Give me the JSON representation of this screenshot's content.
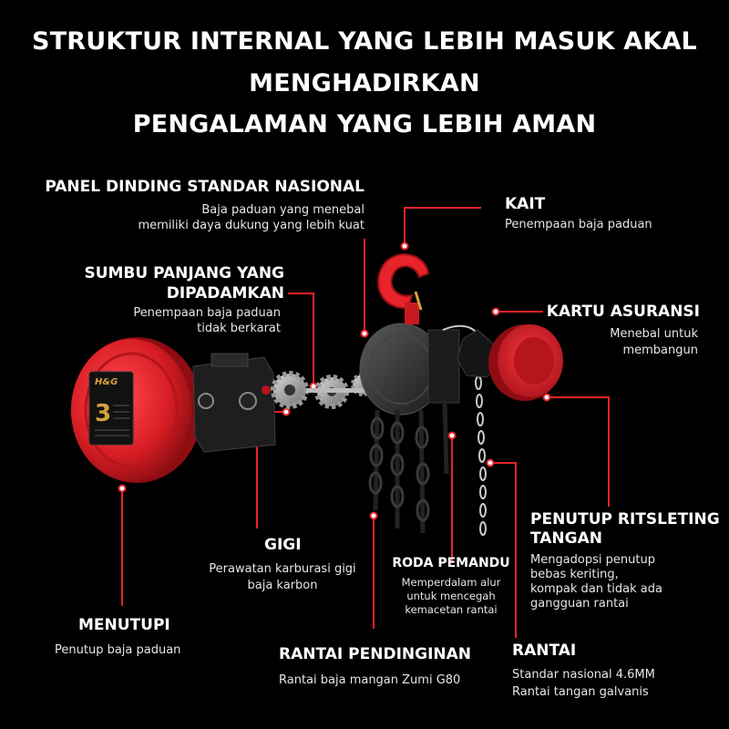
{
  "headline": {
    "line1": "STRUKTUR INTERNAL YANG LEBIH MASUK AKAL",
    "line2": "MENGHADIRKAN",
    "line3": "PENGALAMAN YANG LEBIH AMAN"
  },
  "callouts": {
    "panel": {
      "title": "PANEL DINDING STANDAR NASIONAL",
      "desc1": "Baja paduan yang menebal",
      "desc2": "memiliki daya dukung yang lebih kuat"
    },
    "kait": {
      "title": "KAIT",
      "desc1": "Penempaan baja paduan"
    },
    "sumbu": {
      "title1": "SUMBU PANJANG YANG",
      "title2": "DIPADAMKAN",
      "desc1": "Penempaan baja paduan",
      "desc2": "tidak berkarat"
    },
    "kartu": {
      "title": "KARTU ASURANSI",
      "desc1": "Menebal untuk",
      "desc2": "membangun"
    },
    "penutup_ritsleting": {
      "title1": "PENUTUP RITSLETING",
      "title2": "TANGAN",
      "desc1": "Mengadopsi penutup",
      "desc2": "bebas keriting,",
      "desc3": "kompak dan tidak ada",
      "desc4": "gangguan rantai"
    },
    "gigi": {
      "title": "GIGI",
      "desc1": "Perawatan karburasi gigi",
      "desc2": "baja karbon"
    },
    "roda": {
      "title": "RODA PEMANDU",
      "desc1": "Memperdalam alur",
      "desc2": "untuk mencegah",
      "desc3": "kemacetan rantai"
    },
    "menutupi": {
      "title": "MENUTUPI",
      "desc1": "Penutup baja paduan"
    },
    "rantai_pendinginan": {
      "title": "RANTAI PENDINGINAN",
      "desc1": "Rantai baja mangan Zumi G80"
    },
    "rantai": {
      "title": "RANTAI",
      "desc1": "Standar nasional 4.6MM",
      "desc2": "Rantai tangan galvanis"
    }
  },
  "product_label": {
    "brand": "H&G",
    "capacity": "3"
  },
  "colors": {
    "accent": "#e8232a",
    "background": "#000000",
    "text": "#ffffff",
    "metal": "#3a3a3a"
  }
}
